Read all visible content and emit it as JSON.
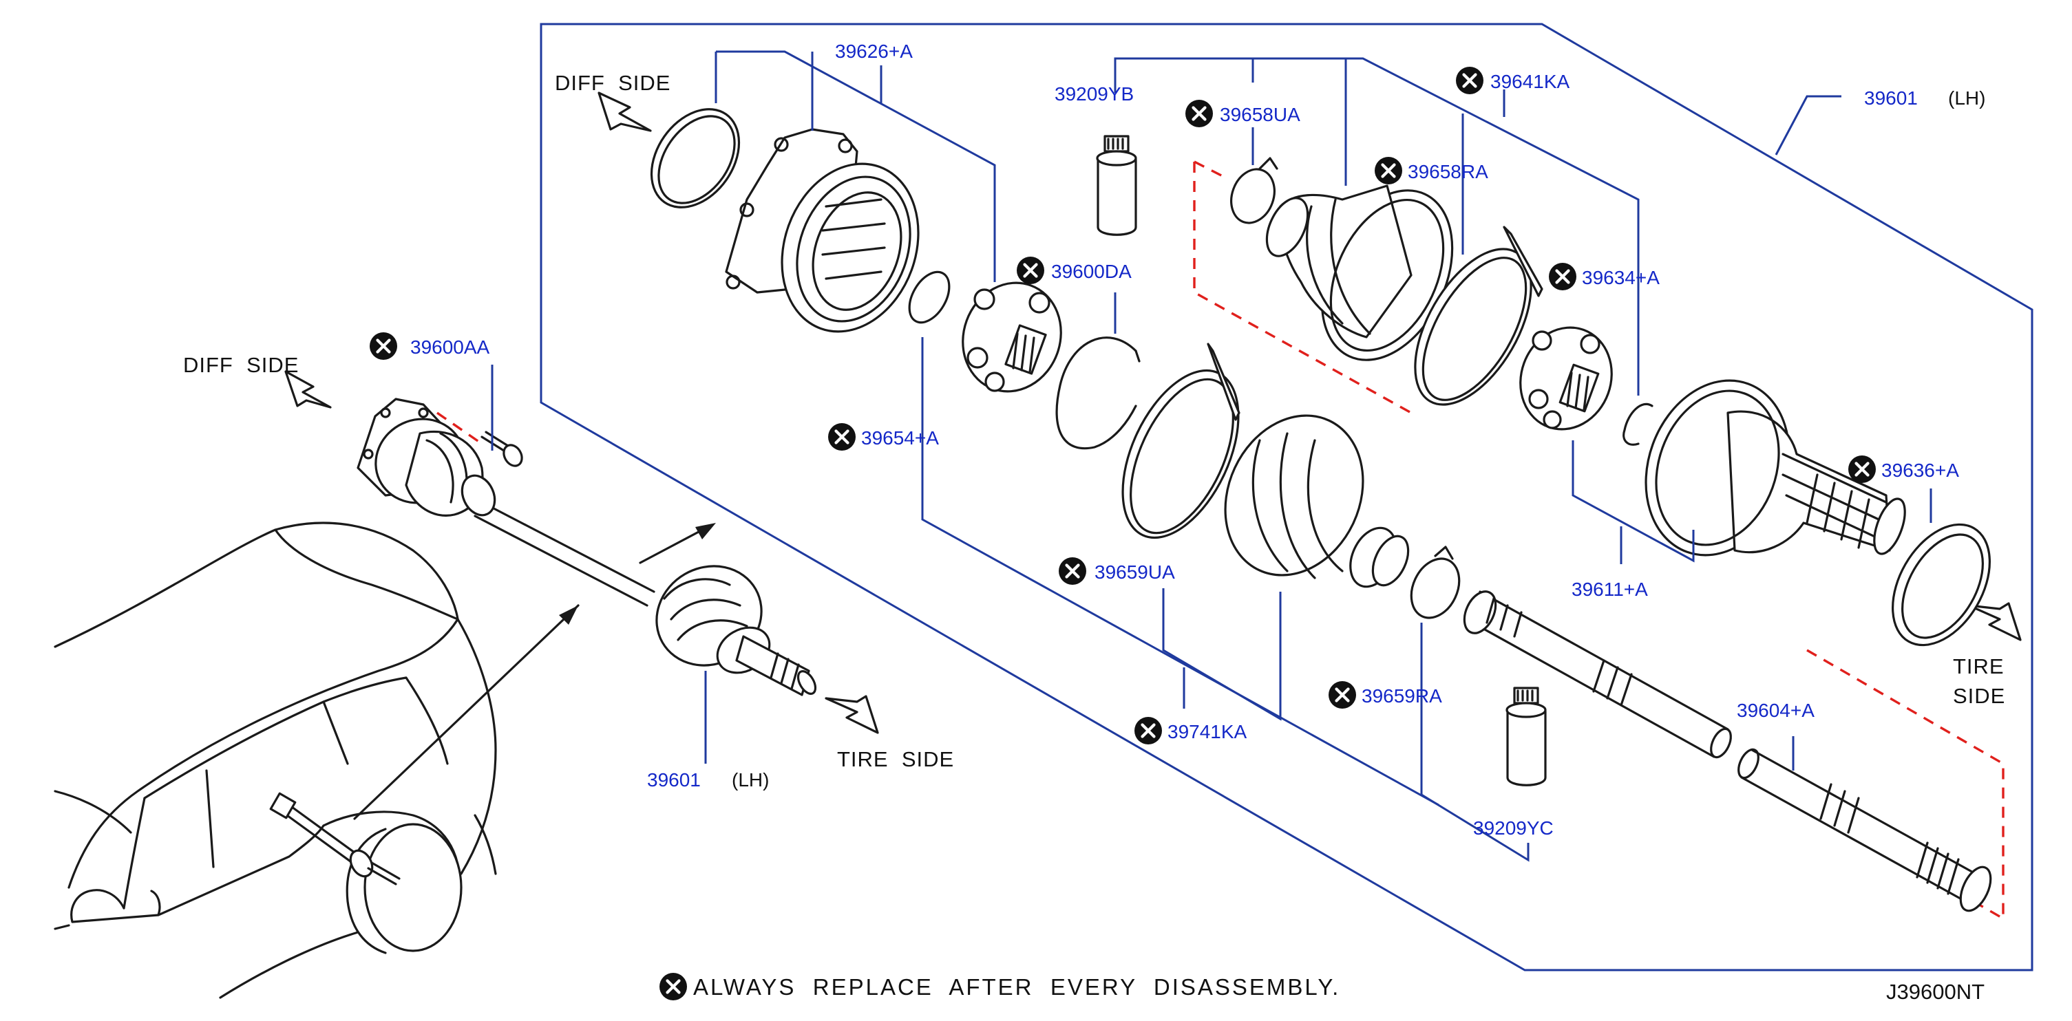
{
  "diagram": {
    "diagram_code": "J39600NT",
    "note": "ALWAYS  REPLACE  AFTER  EVERY  DISASSEMBLY.",
    "direction_labels": {
      "diff_side_top": "DIFF  SIDE",
      "diff_side_left": "DIFF  SIDE",
      "tire_side_bottom": "TIRE  SIDE",
      "tire_side_right_1": "TIRE",
      "tire_side_right_2": "SIDE"
    },
    "assembly_callouts": {
      "main_part_number": "39601",
      "main_qualifier": "(LH)",
      "small_part_number": "39601",
      "small_qualifier": "(LH)"
    },
    "parts": [
      {
        "id": "39626+A",
        "always_replace": false
      },
      {
        "id": "39209YB",
        "always_replace": false
      },
      {
        "id": "39658UA",
        "always_replace": true
      },
      {
        "id": "39641KA",
        "always_replace": true
      },
      {
        "id": "39658RA",
        "always_replace": true
      },
      {
        "id": "39600DA",
        "always_replace": true
      },
      {
        "id": "39634+A",
        "always_replace": true
      },
      {
        "id": "39600AA",
        "always_replace": true
      },
      {
        "id": "39654+A",
        "always_replace": true
      },
      {
        "id": "39636+A",
        "always_replace": true
      },
      {
        "id": "39659UA",
        "always_replace": true
      },
      {
        "id": "39611+A",
        "always_replace": false
      },
      {
        "id": "39659RA",
        "always_replace": true
      },
      {
        "id": "39741KA",
        "always_replace": true
      },
      {
        "id": "39604+A",
        "always_replace": false
      },
      {
        "id": "39209YC",
        "always_replace": false
      }
    ],
    "colors": {
      "part_number_text": "#1428c8",
      "leader_lines": "#1f3a9e",
      "hidden_dashed_lines": "#e0201c",
      "drawing": "#1a1a1a"
    },
    "icons": {
      "replace_marker": "x-in-circle-icon",
      "direction_arrows": "hollow-arrow-icon"
    }
  }
}
